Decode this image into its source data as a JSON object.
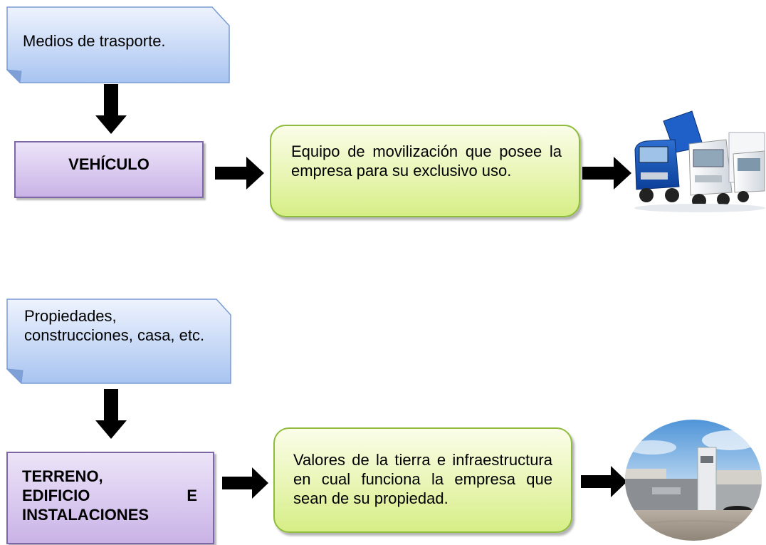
{
  "section1": {
    "note_text": "Medios de trasporte.",
    "category": "VEHÍCULO",
    "description": "Equipo de movilización que posee la empresa para su exclusivo uso."
  },
  "section2": {
    "note_text": "Propiedades, construcciones, casa, etc.",
    "category_lines": [
      "TERRENO,",
      "EDIFICIO",
      "E",
      "INSTALACIONES"
    ],
    "description": "Valores de la tierra e infraestructura en cual funciona la empresa que sean de su propiedad."
  },
  "colors": {
    "note_fill_top": "#eef3fd",
    "note_fill_bottom": "#a8c4f1",
    "note_border": "#7a9cd3",
    "purple_border": "#7d67a6",
    "green_border": "#8fbc3c",
    "arrow": "#000000"
  },
  "images": {
    "trucks": "truck-fleet-image",
    "building": "building-facility-image"
  }
}
